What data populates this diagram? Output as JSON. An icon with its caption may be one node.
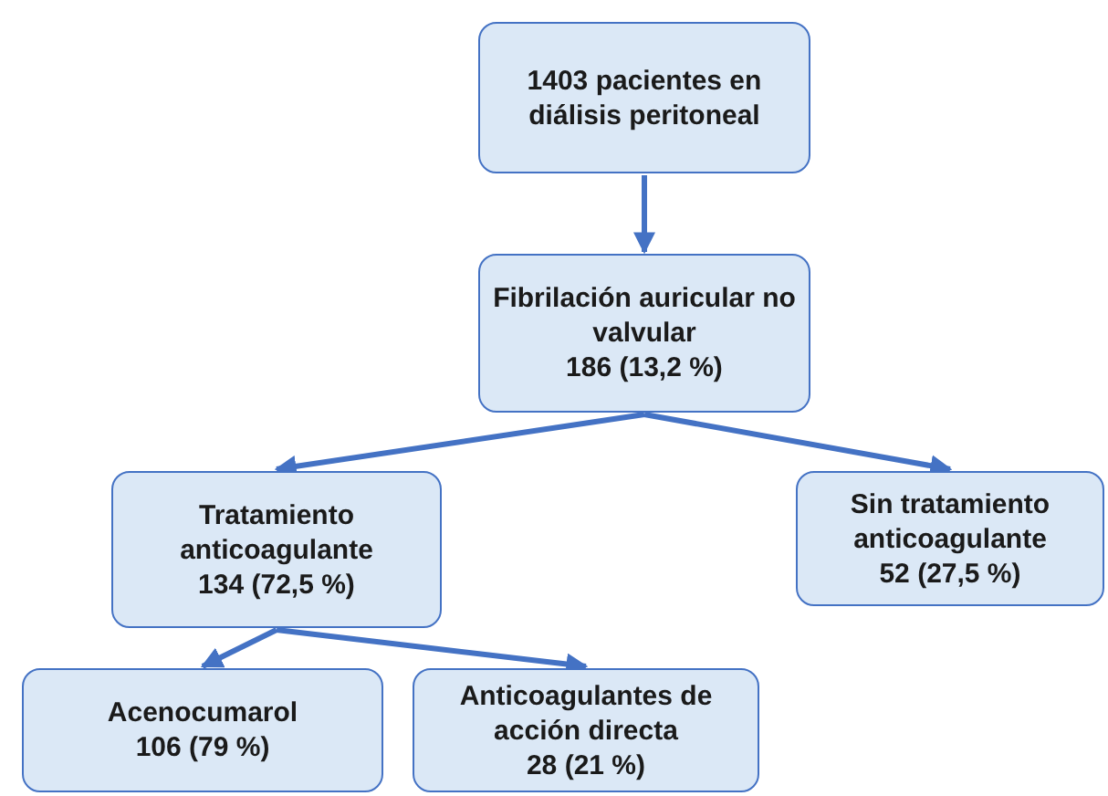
{
  "diagram": {
    "nodes": [
      {
        "text": [
          "1403 pacientes en diálisis peritoneal"
        ]
      },
      {
        "text": [
          "Fibrilación auricular no valvular",
          "186 (13,2 %)"
        ]
      },
      {
        "text": [
          "Tratamiento anticoagulante",
          "134 (72,5 %)"
        ]
      },
      {
        "text": [
          "Sin tratamiento anticoagulante",
          "52 (27,5 %)"
        ]
      },
      {
        "text": [
          "Acenocumarol",
          "106 (79 %)"
        ]
      },
      {
        "text": [
          "Anticoagulantes de acción directa",
          "28 (21 %)"
        ]
      }
    ],
    "edges": [
      {
        "from": 0,
        "to": 1,
        "arrow": "to"
      },
      {
        "from": 1,
        "to": 2,
        "arrow": "to"
      },
      {
        "from": 1,
        "to": 3,
        "arrow": "to"
      },
      {
        "from": 2,
        "to": 4,
        "arrow": "to"
      },
      {
        "from": 2,
        "to": 5,
        "arrow": "to"
      }
    ]
  }
}
